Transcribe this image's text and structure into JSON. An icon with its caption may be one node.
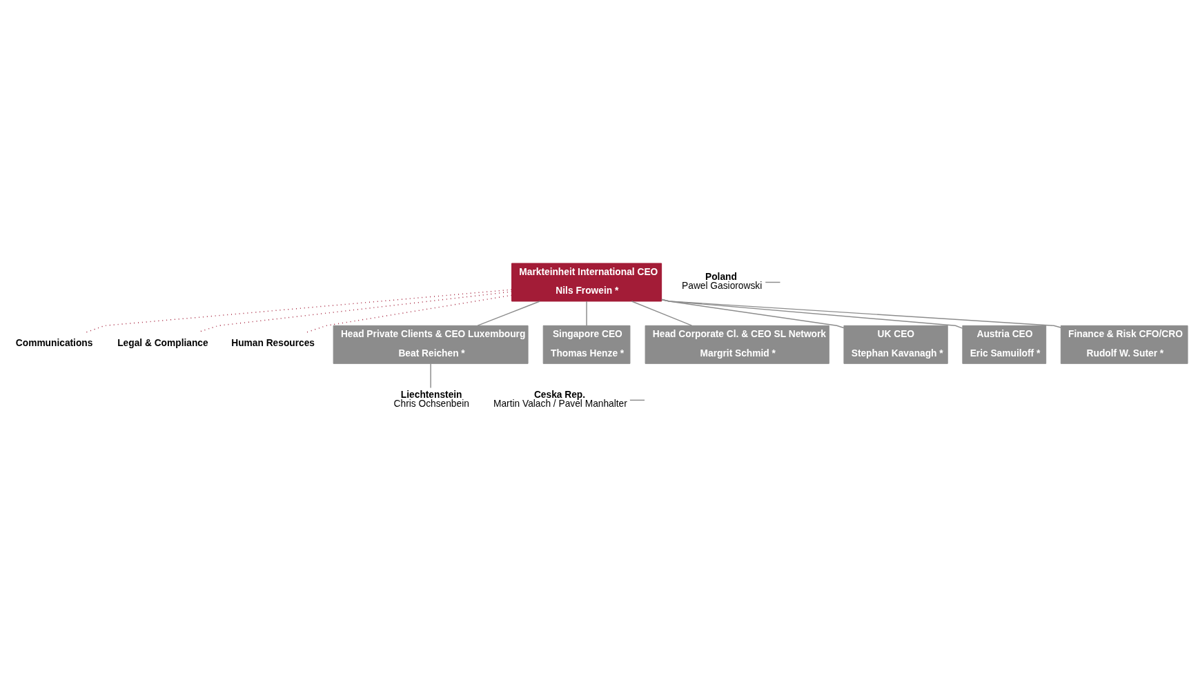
{
  "diagram": {
    "nodes": [
      {
        "text": [
          "Markteinheit International CEO",
          "Nils Frowein *"
        ]
      },
      {
        "text": [
          "Communications"
        ]
      },
      {
        "text": [
          "Legal & Compliance"
        ]
      },
      {
        "text": [
          "Human Resources"
        ]
      },
      {
        "text": [
          "Head Private Clients & CEO Luxembourg",
          "Beat Reichen *"
        ]
      },
      {
        "text": [
          "Singapore CEO",
          "Thomas Henze *"
        ]
      },
      {
        "text": [
          "Head Corporate Cl. & CEO SL Network",
          "Margrit Schmid *"
        ]
      },
      {
        "text": [
          "UK CEO",
          "Stephan Kavanagh *"
        ]
      },
      {
        "text": [
          "Austria CEO",
          "Eric Samuiloff *"
        ]
      },
      {
        "text": [
          "Liechtenstein",
          "Chris Ochsenbein"
        ]
      },
      {
        "text": [
          "Ceska Rep.",
          "Martin Valach / Pavel Manhalter"
        ]
      },
      {
        "text": [
          "Poland",
          "Pawel Gasiorowski"
        ]
      },
      {
        "text": [
          "Finance & Risk CFO/CRO",
          "Rudolf W. Suter *"
        ]
      }
    ],
    "edges": [
      {
        "from": 0,
        "to": 1,
        "arrow": "none",
        "style": "dashed",
        "color": "#a31c37"
      },
      {
        "from": 0,
        "to": 2,
        "arrow": "none",
        "style": "dashed",
        "color": "#a31c37"
      },
      {
        "from": 0,
        "to": 3,
        "arrow": "none",
        "style": "dashed",
        "color": "#a31c37"
      },
      {
        "from": 0,
        "to": 4,
        "arrow": "none"
      },
      {
        "from": 0,
        "to": 5,
        "arrow": "none"
      },
      {
        "from": 0,
        "to": 6,
        "arrow": "none"
      },
      {
        "from": 0,
        "to": 7,
        "arrow": "none"
      },
      {
        "from": 0,
        "to": 8,
        "arrow": "none"
      },
      {
        "from": 0,
        "to": 12,
        "arrow": "none"
      },
      {
        "from": 4,
        "to": 9,
        "arrow": "none"
      },
      {
        "from": null,
        "to": 10,
        "arrow": "none"
      },
      {
        "from": null,
        "to": 11,
        "arrow": "none"
      }
    ]
  }
}
